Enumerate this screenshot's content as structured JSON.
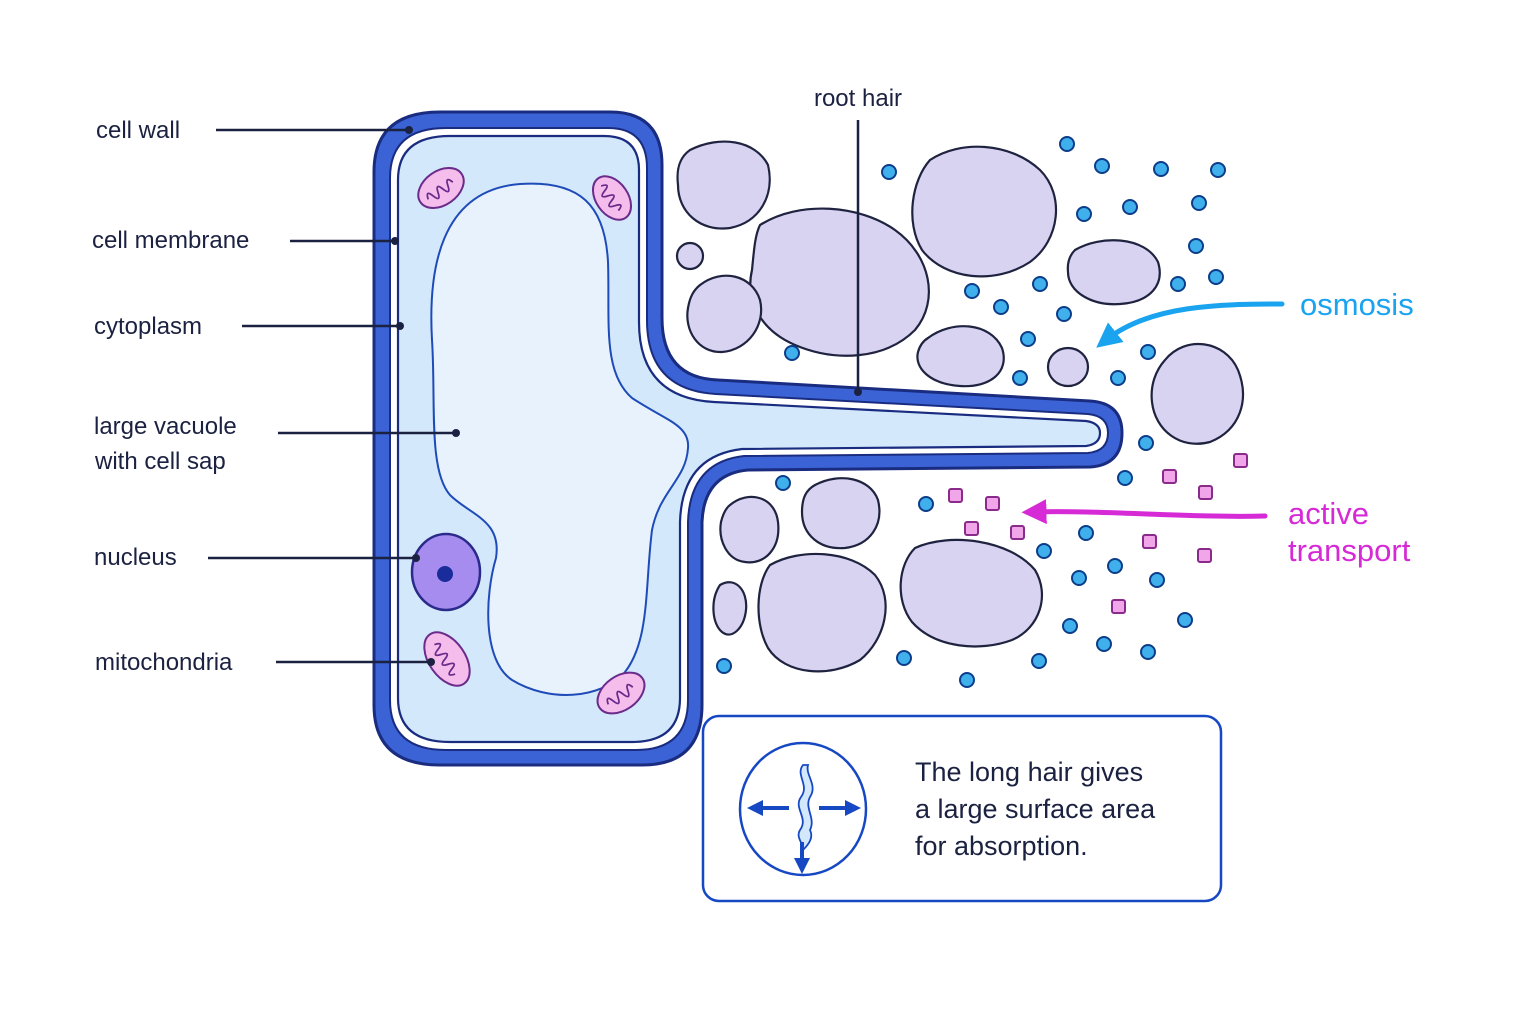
{
  "labels": {
    "cell_wall": "cell wall",
    "cell_membrane": "cell membrane",
    "cytoplasm": "cytoplasm",
    "vacuole_line1": "large vacuole",
    "vacuole_line2": "with cell sap",
    "nucleus": "nucleus",
    "mitochondria": "mitochondria",
    "root_hair": "root hair",
    "osmosis": "osmosis",
    "active_line1": "active",
    "active_line2": "transport"
  },
  "note": {
    "line1": "The long hair gives",
    "line2": "a large surface area",
    "line3": "for absorption."
  },
  "icons": {
    "surface_area": "expand-arrows-icon",
    "osmosis_arrow": "arrow-left-icon",
    "active_arrow": "arrow-left-icon"
  },
  "colors": {
    "cell_wall": "#3b63d6",
    "cytoplasm": "#d4e8fb",
    "vacuole": "#e8f2fd",
    "nucleus": "#a78cf0",
    "soil_particle": "#d9d3f2",
    "osmosis": "#1aa3ee",
    "active_transport": "#d62ad6",
    "text": "#1b2140"
  }
}
